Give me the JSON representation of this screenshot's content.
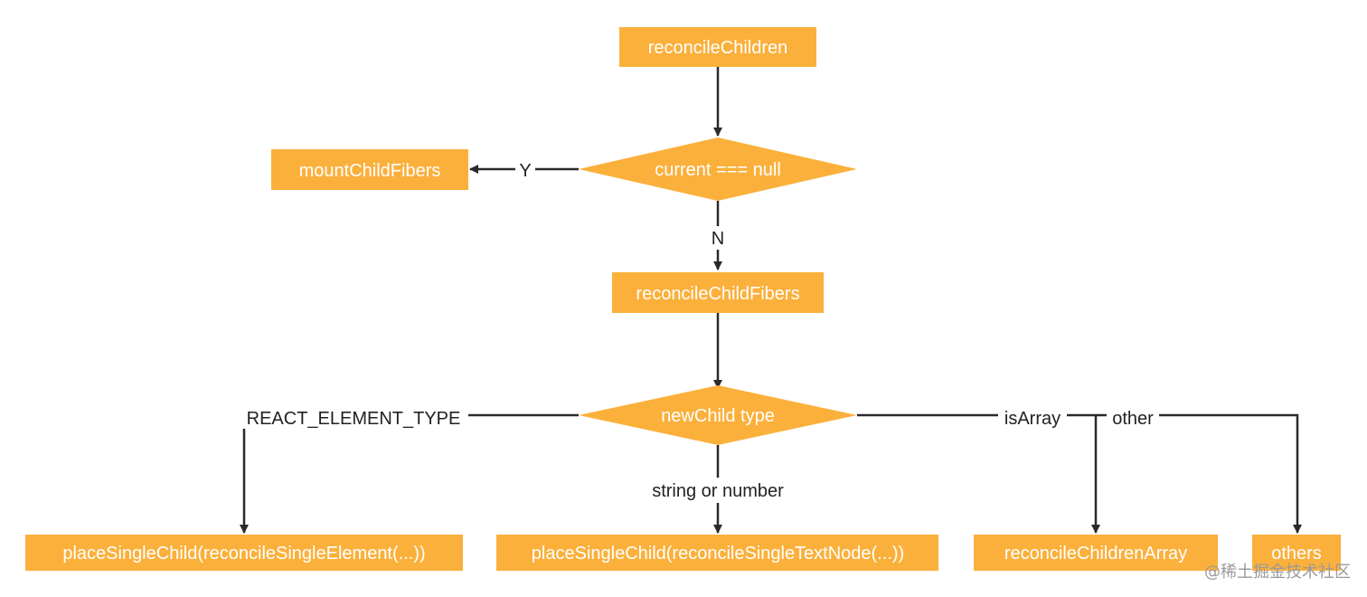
{
  "colors": {
    "node_fill": "#fbb03b",
    "node_text": "#ffffff",
    "edge": "#2a2a2a",
    "edge_label": "#222222",
    "watermark": "#9a9a9a"
  },
  "nodes": {
    "reconcile_children": "reconcileChildren",
    "current_null_check": "current === null",
    "mount_child_fibers": "mountChildFibers",
    "reconcile_child_fibers": "reconcileChildFibers",
    "new_child_type": "newChild type",
    "place_single_element": "placeSingleChild(reconcileSingleElement(...))",
    "place_single_text": "placeSingleChild(reconcileSingleTextNode(...))",
    "reconcile_children_array": "reconcileChildrenArray",
    "others": "others"
  },
  "edge_labels": {
    "yes": "Y",
    "no": "N",
    "react_element_type": "REACT_ELEMENT_TYPE",
    "string_or_number": "string or number",
    "is_array": "isArray",
    "other": "other"
  },
  "watermark": "@稀土掘金技术社区"
}
